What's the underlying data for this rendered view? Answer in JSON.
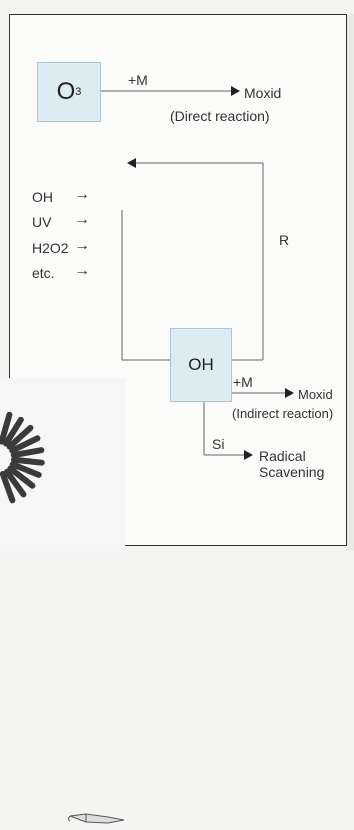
{
  "diagram": {
    "ozone_box": {
      "symbol": "O",
      "subscript": "3"
    },
    "top_reaction": {
      "reagent": "+M",
      "product": "Moxid",
      "note": "(Direct reaction)"
    },
    "initiators": [
      {
        "label": "OH",
        "arrow": "→"
      },
      {
        "label": "UV",
        "arrow": "→"
      },
      {
        "label": "H2O2",
        "arrow": "→"
      },
      {
        "label": "etc.",
        "arrow": "→"
      }
    ],
    "loop_label": "R",
    "oh_box": {
      "label": "OH"
    },
    "indirect_reaction": {
      "reagent": "+M",
      "product": "Moxid",
      "note": "(Indirect reaction)"
    },
    "scavenging": {
      "reagent": "Si",
      "product_line1": "Radical",
      "product_line2": "Scavening"
    }
  }
}
